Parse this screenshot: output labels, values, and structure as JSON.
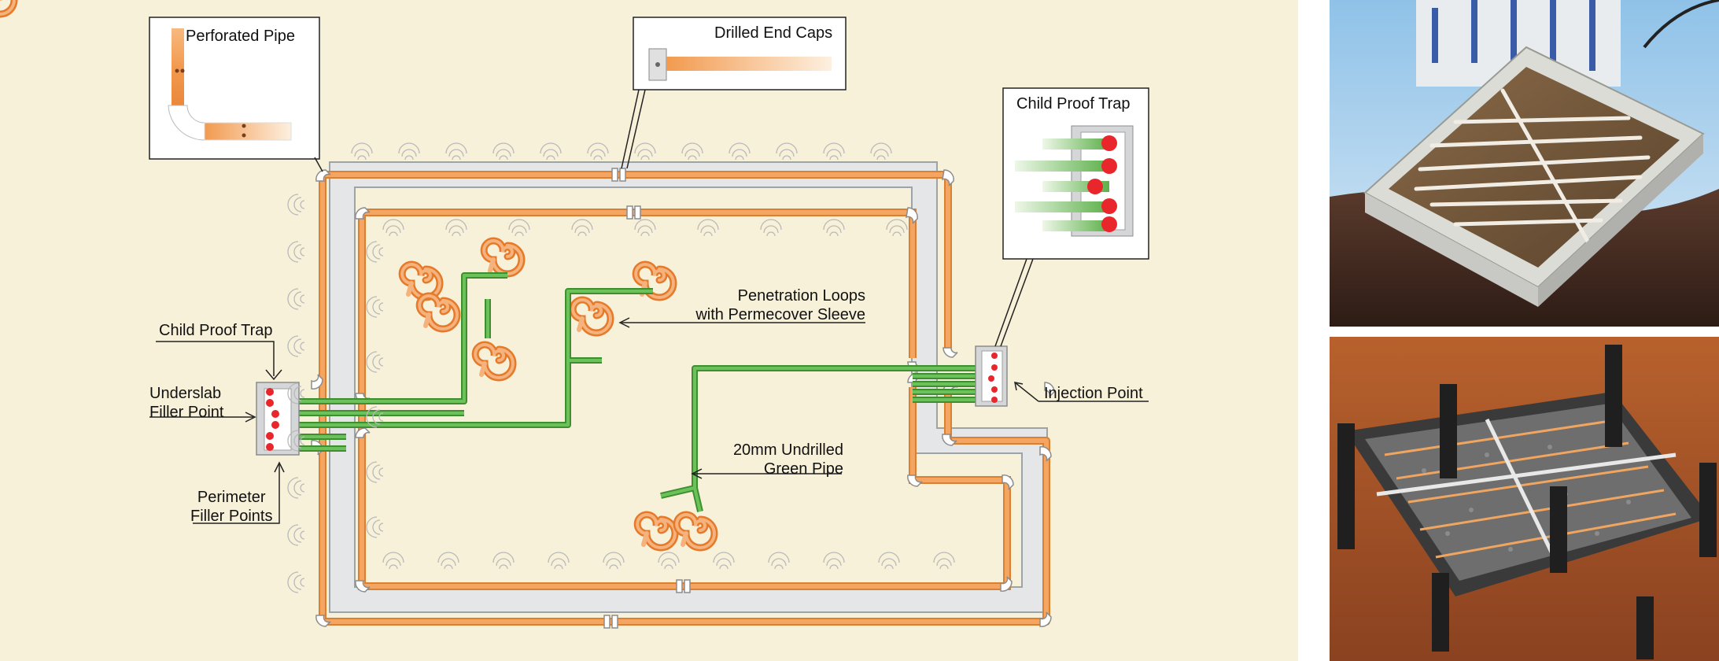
{
  "labels": {
    "perforated_pipe": "Perforated Pipe",
    "drilled_end_caps": "Drilled End Caps",
    "child_proof_trap_right": "Child Proof Trap",
    "child_proof_trap_left": "Child Proof Trap",
    "underslab_filler_point": "Underslab\nFiller Point",
    "perimeter_filler_points": "Perimeter\nFiller Points",
    "penetration_loops": "Penetration Loops\nwith Permecover Sleeve",
    "injection_point": "Injection Point",
    "green_pipe": "20mm Undrilled\nGreen Pipe"
  },
  "colors": {
    "background": "#f8f1d9",
    "perforated_pipe": "#f2a15a",
    "green_pipe": "#5cb04a",
    "filler_point_dot": "#e8262b",
    "perimeter_band": "#dfe2e4",
    "fitting": "#ffffff"
  },
  "photos": [
    {
      "icon": "building-underside-render"
    },
    {
      "icon": "foundation-grid-render"
    }
  ]
}
